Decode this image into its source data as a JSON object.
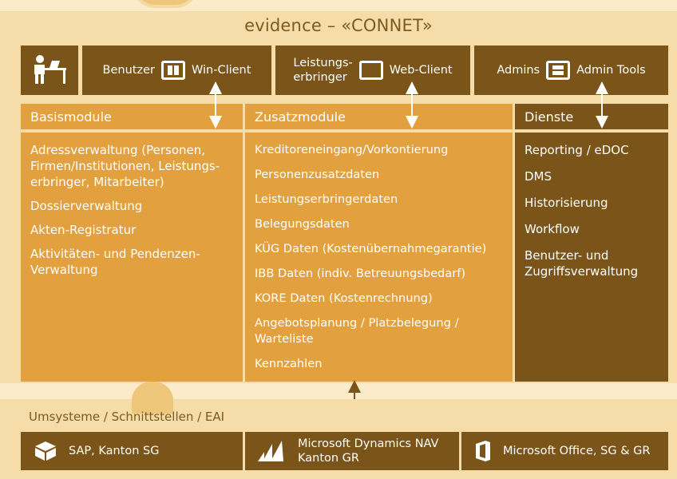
{
  "title": "evidence  –  «CONNET»",
  "clients": [
    {
      "label": "Benutzer",
      "client": "Win-Client",
      "icon": "monitor-window-icon"
    },
    {
      "label": "Leistungs-\nerbringer",
      "client": "Web-Client",
      "icon": "monitor-globe-icon"
    },
    {
      "label": "Admins",
      "client": "Admin Tools",
      "icon": "monitor-admin-icon"
    }
  ],
  "columns": [
    {
      "header": "Basismodule",
      "items": [
        "Adressverwaltung (Personen, Firmen/Institutionen, Leistungs-erbringer, Mitarbeiter)",
        "Dossierverwaltung",
        "Akten-Registratur",
        "Aktivitäten- und Pendenzen-Verwaltung"
      ]
    },
    {
      "header": "Zusatzmodule",
      "items": [
        "Kreditoreneingang/Vorkontierung",
        "Personenzusatzdaten",
        "Leistungserbringerdaten",
        "Belegungsdaten",
        "KÜG Daten (Kostenübernahmegarantie)",
        "IBB Daten (indiv. Betreuungsbedarf)",
        "KORE Daten (Kostenrechnung)",
        "Angebotsplanung / Platzbelegung / Warteliste",
        "Kennzahlen"
      ]
    },
    {
      "header": "Dienste",
      "items": [
        "Reporting / eDOC",
        "DMS",
        "Historisierung",
        "Workflow",
        "Benutzer- und Zugriffsverwaltung"
      ]
    }
  ],
  "umsysteme": {
    "label": "Umsysteme / Schnittstellen / EAI",
    "items": [
      {
        "text": "SAP, Kanton SG",
        "icon": "box-icon"
      },
      {
        "text": "Microsoft Dynamics NAV\nKanton GR",
        "icon": "dynamics-icon"
      },
      {
        "text": "Microsoft Office, SG & GR",
        "icon": "office-icon"
      }
    ]
  },
  "colors": {
    "dark": "#7a5418",
    "orange": "#e2a03e",
    "panel": "#f5dca8",
    "background": "#fbebc8"
  }
}
